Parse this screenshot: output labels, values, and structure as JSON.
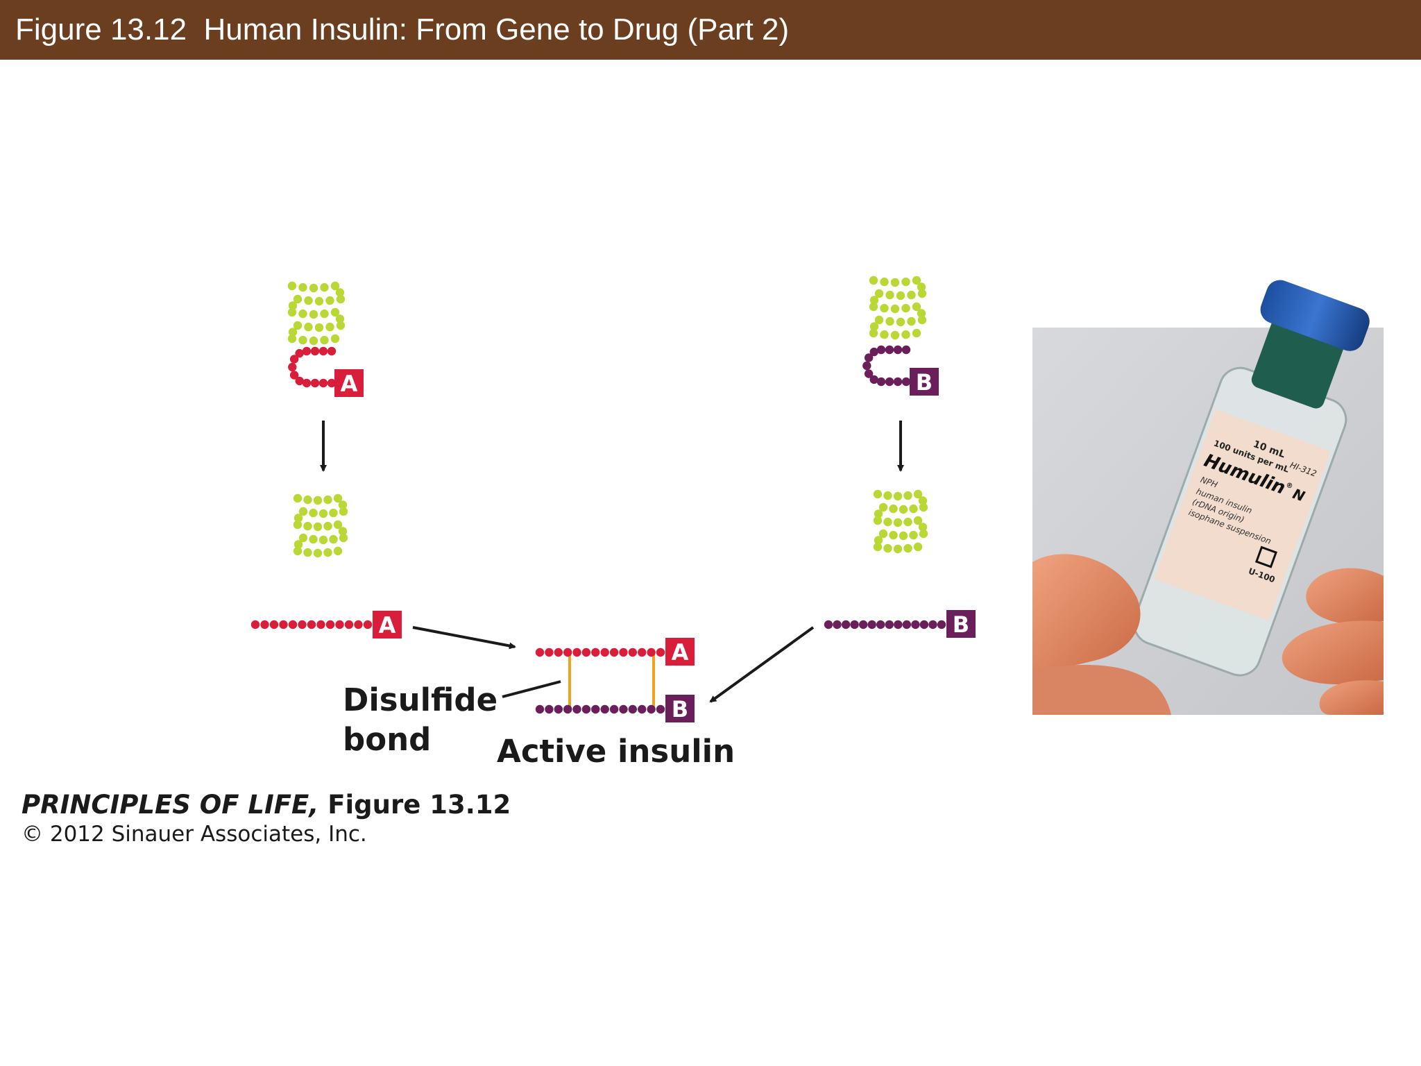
{
  "slide": {
    "title": "Figure 13.12  Human Insulin: From Gene to Drug (Part 2)"
  },
  "diagram": {
    "chain_a_tag": "A",
    "chain_b_tag": "B",
    "disulfide_label_line1": "Disulfide",
    "disulfide_label_line2": "bond",
    "active_insulin_label": "Active insulin"
  },
  "colors": {
    "title_bar": "#6b3e1f",
    "helix_green": "#b9d735",
    "chain_a_red": "#d81e3a",
    "chain_b_purple": "#6a1f5a",
    "disulfide_orange": "#f0a21e"
  },
  "caption": {
    "book": "PRINCIPLES OF LIFE,",
    "figure": " Figure 13.12",
    "copyright": "© 2012 Sinauer Associates, Inc."
  },
  "photo": {
    "vial_volume": "10 mL",
    "vial_concentration": "100 units per mL",
    "vial_code": "HI-312",
    "vial_brand": "Humulin",
    "vial_brand_mark": "®",
    "vial_brand_suffix": "N",
    "vial_line1": "NPH",
    "vial_line2": "human insulin",
    "vial_line3": "(rDNA origin)",
    "vial_line4": "isophane suspension",
    "vial_strength": "U-100"
  }
}
